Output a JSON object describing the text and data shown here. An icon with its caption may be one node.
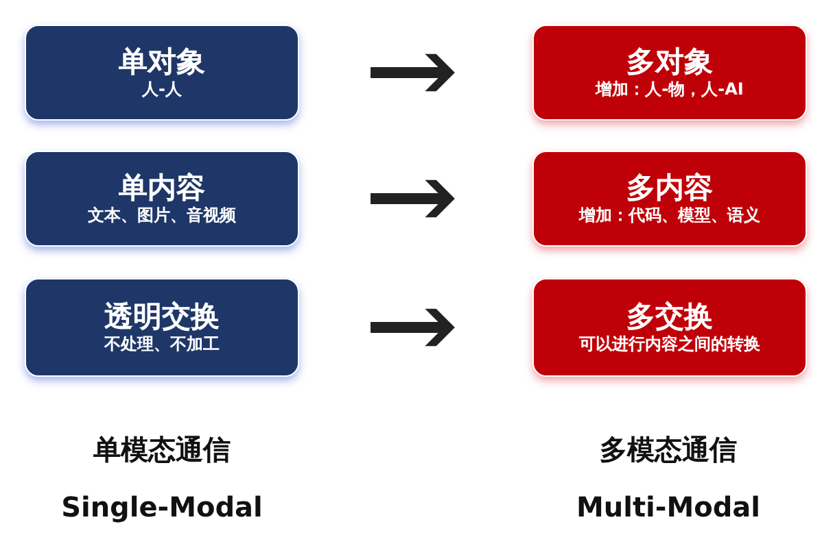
{
  "diagram": {
    "nodes": [
      {
        "text": [
          "单对象",
          "人-人"
        ]
      },
      {
        "text": [
          "多对象",
          "增加：人-物，人-AI"
        ]
      },
      {
        "text": [
          "单内容",
          "文本、图片、音视频"
        ]
      },
      {
        "text": [
          "多内容",
          "增加：代码、模型、语义"
        ]
      },
      {
        "text": [
          "透明交换",
          "不处理、不加工"
        ]
      },
      {
        "text": [
          "多交换",
          "可以进行内容之间的转换"
        ]
      }
    ],
    "edges": [
      {
        "from": 0,
        "to": 1,
        "arrow": "to"
      },
      {
        "from": 2,
        "to": 3,
        "arrow": "to"
      },
      {
        "from": 4,
        "to": 5,
        "arrow": "to"
      }
    ],
    "labels": [
      "单模态通信",
      "Single-Modal",
      "多模态通信",
      "Multi-Modal"
    ]
  }
}
